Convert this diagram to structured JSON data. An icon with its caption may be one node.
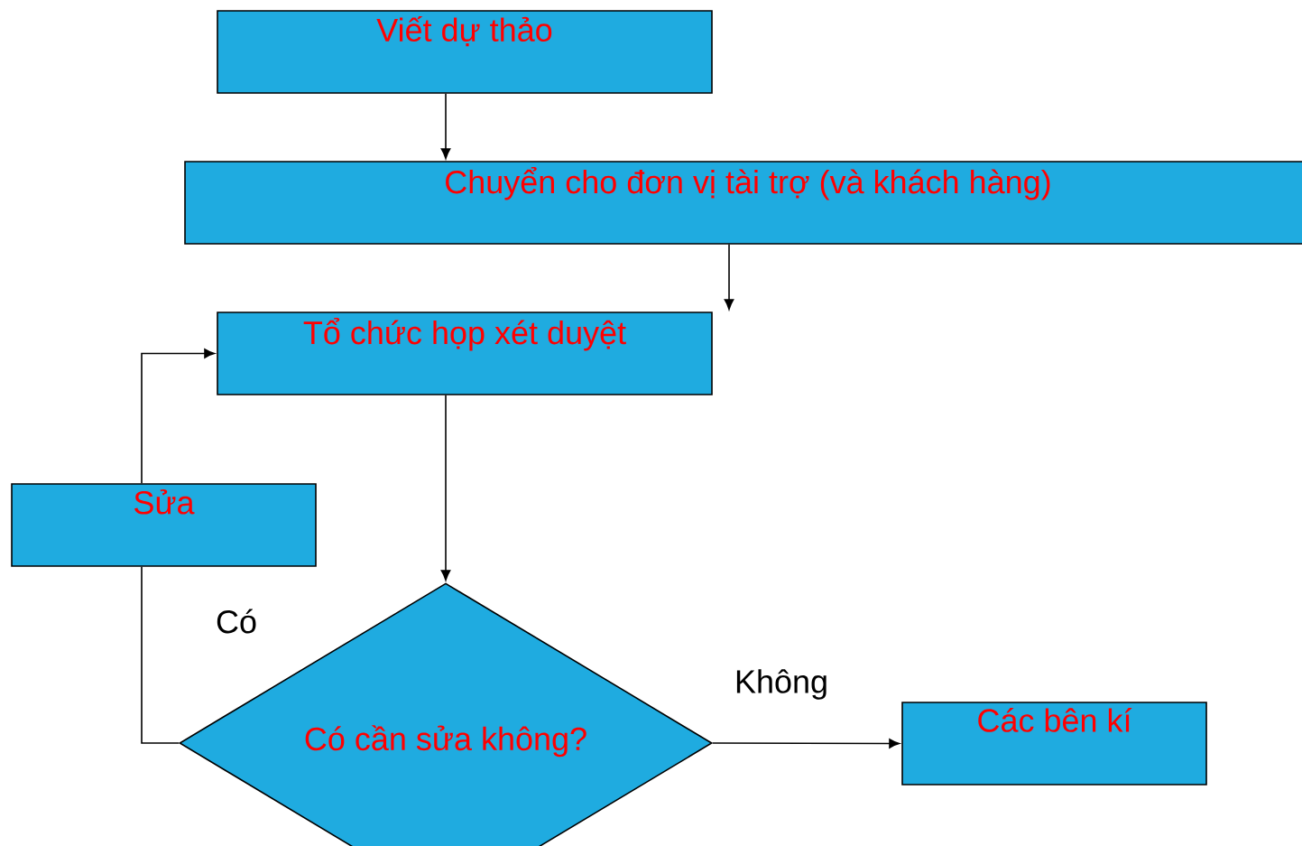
{
  "diagram": {
    "nodes": [
      {
        "text": [
          "Viết dự thảo"
        ]
      },
      {
        "text": [
          "Chuyển cho đơn vị tài trợ (và khách hàng)"
        ]
      },
      {
        "text": [
          "Tổ chức họp xét duyệt"
        ]
      },
      {
        "text": [
          "Có cần sửa không?"
        ]
      },
      {
        "text": [
          "Sửa"
        ]
      },
      {
        "text": [
          "Các bên kí"
        ]
      }
    ],
    "edges": [
      {
        "from": 0,
        "to": 1,
        "arrow": "to"
      },
      {
        "from": 1,
        "to": 2,
        "arrow": "to"
      },
      {
        "from": 2,
        "to": 3,
        "arrow": "to"
      },
      {
        "from": 3,
        "to": 4,
        "arrow": "none",
        "label": "Có"
      },
      {
        "from": 4,
        "to": 2,
        "arrow": "to"
      },
      {
        "from": 3,
        "to": 5,
        "arrow": "to",
        "label": "Không"
      }
    ]
  }
}
